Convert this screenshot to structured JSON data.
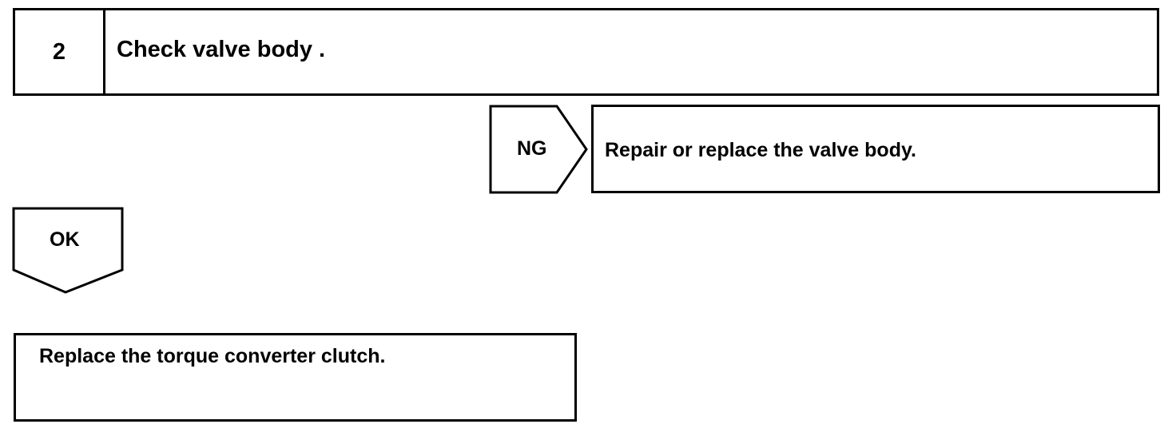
{
  "step": {
    "number": "2",
    "title": "Check valve body ."
  },
  "ng_branch": {
    "label": "NG",
    "action": "Repair or replace the valve body."
  },
  "ok_branch": {
    "label": "OK",
    "action": "Replace the torque converter clutch."
  }
}
